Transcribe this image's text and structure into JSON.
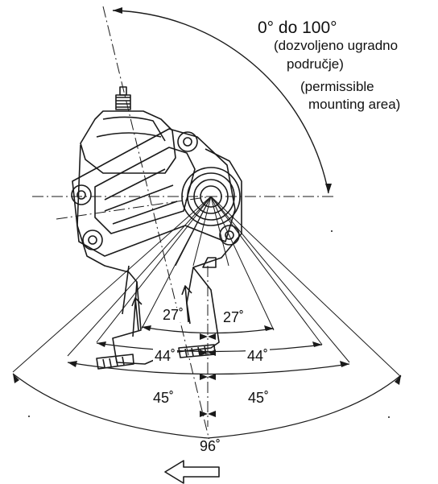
{
  "labels": {
    "range": "0° do 100°",
    "note_hr_1": "(dozvoljeno ugradno",
    "note_hr_2": "područje)",
    "note_en_1": "(permissible",
    "note_en_2": "mounting area)"
  },
  "angles": {
    "a27_left": "27˚",
    "a27_right": "27˚",
    "a44_left": "44˚",
    "a44_right": "44˚",
    "a45_left": "45˚",
    "a45_right": "45˚",
    "a96": "96˚"
  },
  "colors": {
    "line": "#1a1a1a",
    "background": "#ffffff"
  }
}
